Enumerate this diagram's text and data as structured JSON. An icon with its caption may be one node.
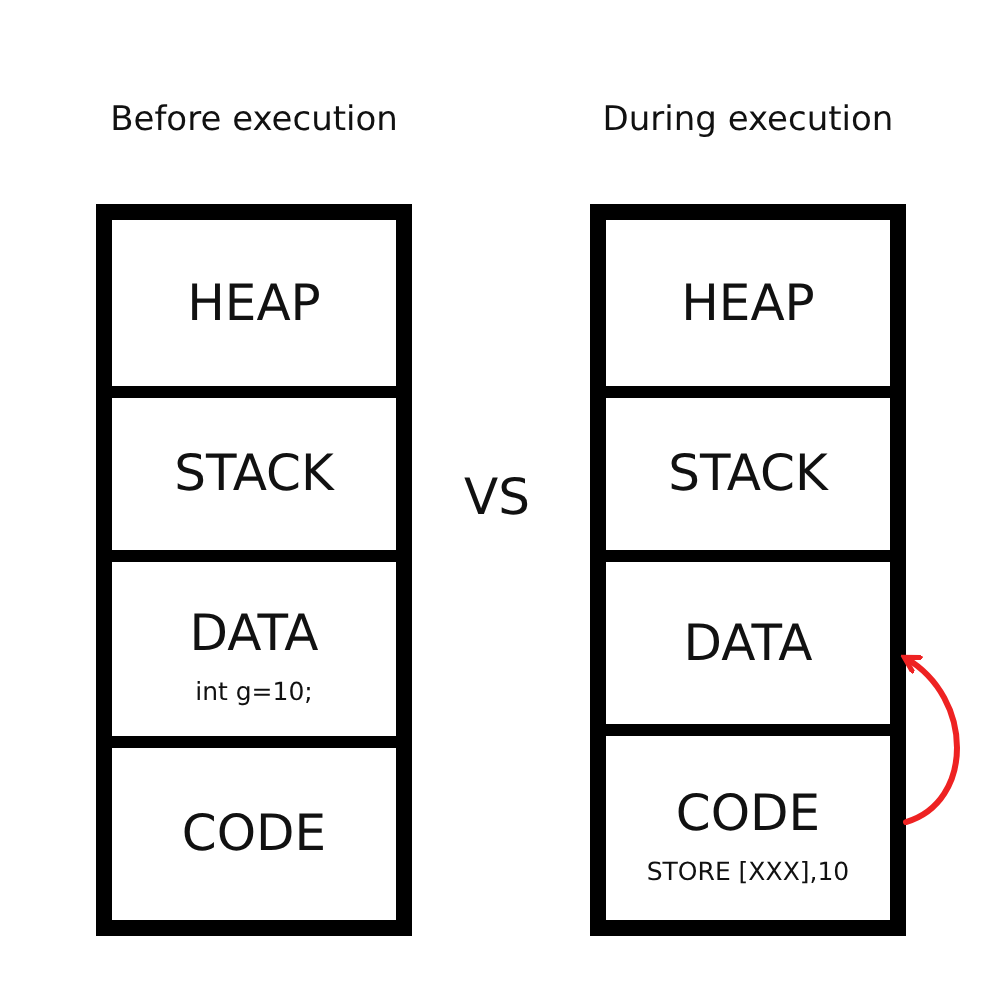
{
  "diagram": {
    "nodes": [
      {
        "text": [
          "Before execution"
        ]
      },
      {
        "text": [
          "HEAP"
        ],
        "in": 0
      },
      {
        "text": [
          "STACK"
        ],
        "in": 0
      },
      {
        "text": [
          "DATA",
          "int g=10;"
        ],
        "in": 0
      },
      {
        "text": [
          "CODE"
        ],
        "in": 0
      },
      {
        "text": [
          "During execution"
        ]
      },
      {
        "text": [
          "HEAP"
        ],
        "in": 5
      },
      {
        "text": [
          "STACK"
        ],
        "in": 5
      },
      {
        "text": [
          "DATA"
        ],
        "in": 5
      },
      {
        "text": [
          "CODE",
          "STORE [XXX],10"
        ],
        "in": 5
      }
    ],
    "edges": [
      {
        "from": 9,
        "to": 8,
        "arrow": "to",
        "color": "#ee2222"
      }
    ],
    "labels": [
      "VS"
    ]
  }
}
